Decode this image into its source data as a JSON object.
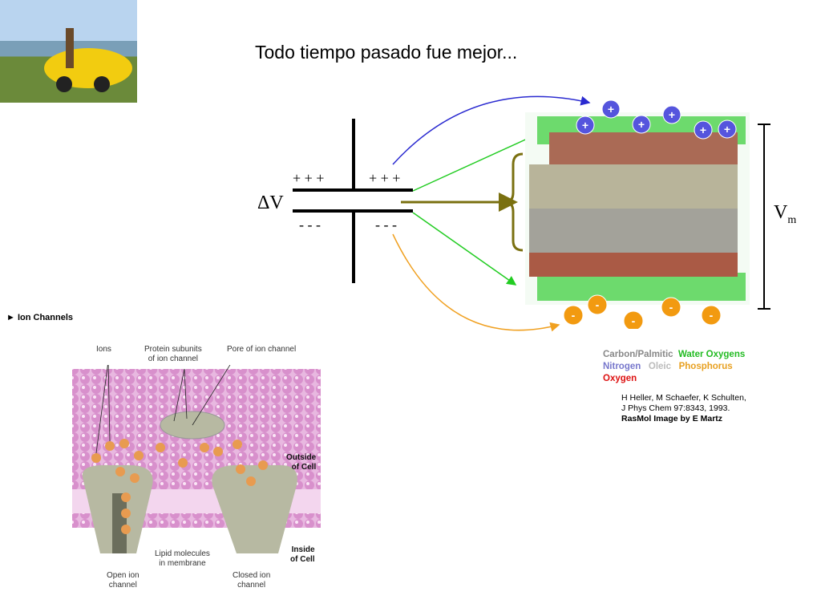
{
  "slide_title": "Todo tiempo pasado fue mejor...",
  "capacitor": {
    "plus_left": "+ + +",
    "plus_right": "+ + +",
    "minus_left": "- - -",
    "minus_right": "- - -",
    "delta_v": "ΔV"
  },
  "membrane": {
    "vm_label": "V",
    "vm_sub": "m",
    "positive_ion": "+",
    "negative_ion": "-"
  },
  "legend": {
    "carbon": "Carbon/Palmitic",
    "water": "Water Oxygens",
    "nitrogen": "Nitrogen",
    "oleic": "Oleic",
    "phosphorus": "Phosphorus",
    "oxygen": "Oxygen",
    "colors": {
      "carbon": "#888888",
      "water": "#22bb22",
      "nitrogen": "#7777cc",
      "oleic": "#bbbb99",
      "phosphorus": "#e8a020",
      "oxygen": "#dd1111"
    }
  },
  "citation": [
    "H Heller, M Schaefer, K Schulten,",
    "J Phys Chem 97:8343, 1993.",
    "RasMol Image by E Martz"
  ],
  "ion_channels": {
    "heading": "Ion Channels",
    "ions": "Ions",
    "protein_subunits": [
      "Protein subunits",
      "of ion channel"
    ],
    "pore": "Pore of ion channel",
    "outside": [
      "Outside",
      "of Cell"
    ],
    "inside": [
      "Inside",
      "of Cell"
    ],
    "lipid": [
      "Lipid molecules",
      "in membrane"
    ],
    "open": [
      "Open ion",
      "channel"
    ],
    "closed": [
      "Closed ion",
      "channel"
    ]
  }
}
